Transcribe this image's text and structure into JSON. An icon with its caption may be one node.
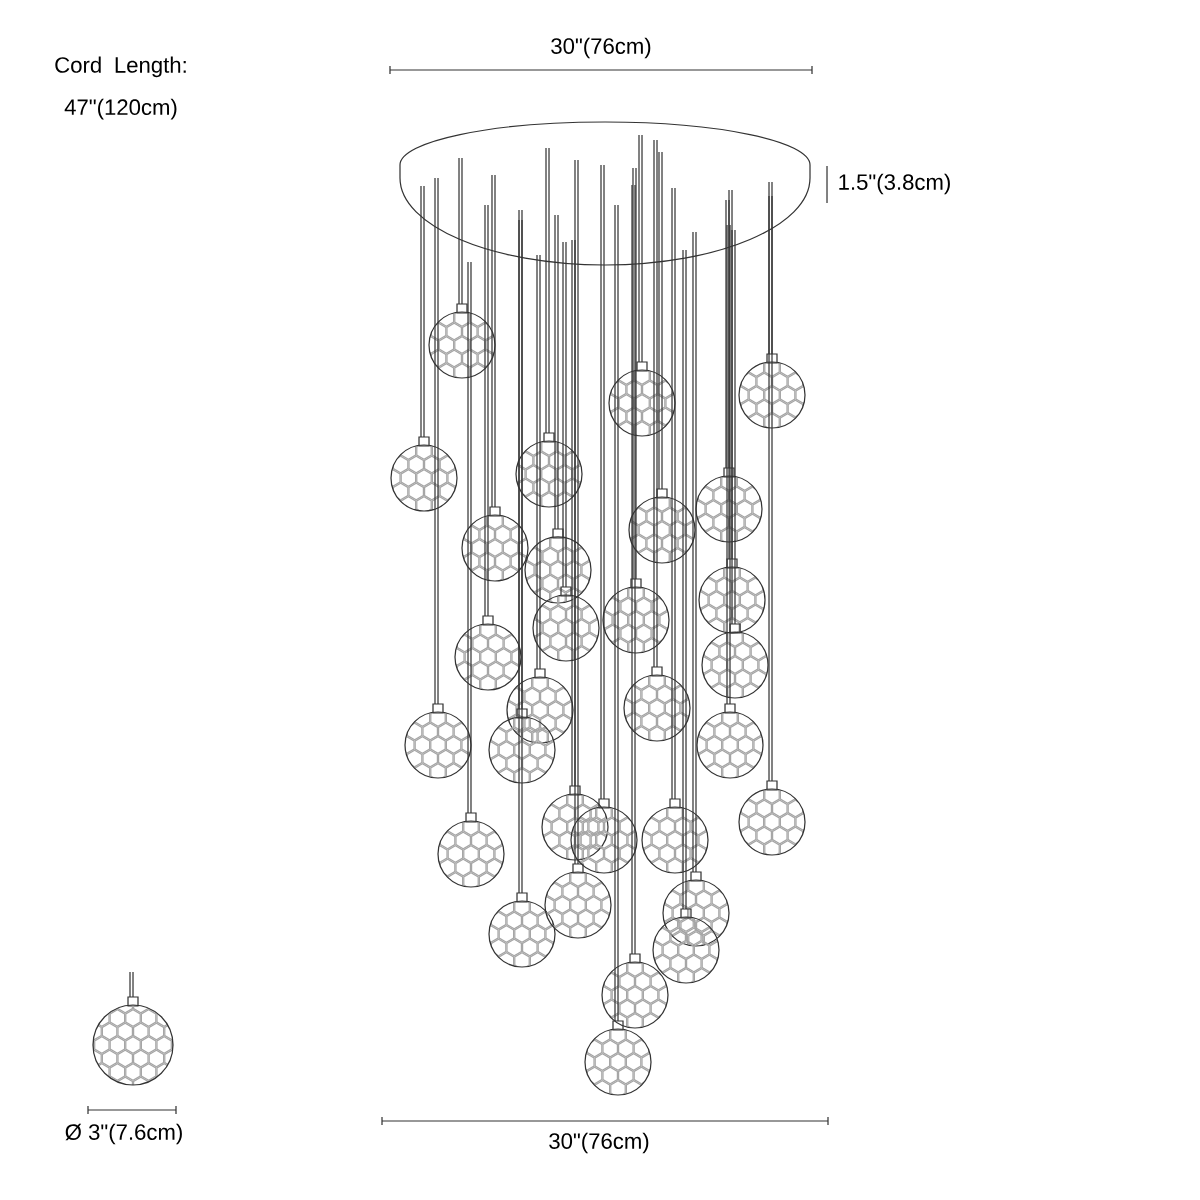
{
  "diagram": {
    "labels": [
      "Cord Length: 47\"(120cm)",
      "30\"(76cm)",
      "1.5\"(3.8cm)",
      "Ø 3\"(7.6cm)",
      "30\"(76cm)"
    ]
  }
}
